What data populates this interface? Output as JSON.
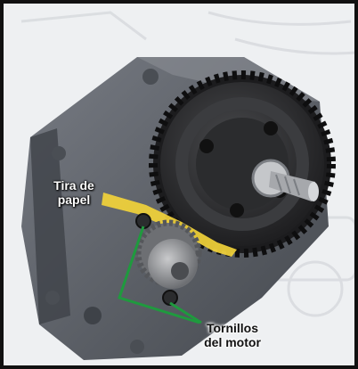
{
  "illustration": {
    "subject": "gearbox-motor-mesh",
    "colors": {
      "housing": "#5b5f66",
      "housing_shadow": "#3e4248",
      "spur_gear": "#2a2a2c",
      "pinion": "#8c8e92",
      "paper_strip": "#f2d33a",
      "leader_lines": "#1f9a3e",
      "background": "#eef0f2"
    }
  },
  "callouts": {
    "paper_strip": {
      "line1": "Tira de",
      "line2": "papel"
    },
    "motor_screws": {
      "line1": "Tornillos",
      "line2": "del motor"
    }
  }
}
